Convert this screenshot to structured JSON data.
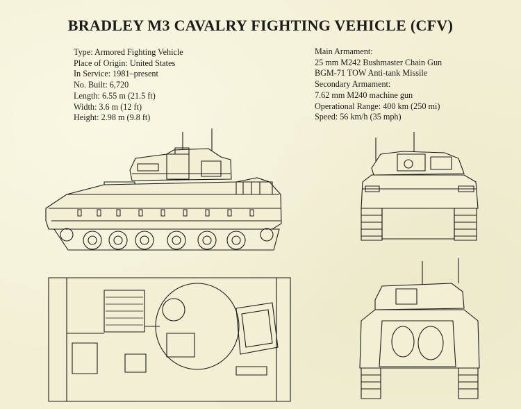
{
  "title": "BRADLEY M3 CAVALRY FIGHTING VEHICLE (CFV)",
  "specs_left": [
    "Type: Armored Fighting Vehicle",
    "Place of Origin: United States",
    "In Service: 1981–present",
    "No. Built: 6,720",
    "Length:  6.55 m (21.5 ft)",
    "Width: 3.6 m (12 ft)",
    "Height: 2.98 m (9.8 ft)"
  ],
  "specs_right": [
    "Main Armament:",
    "25 mm M242 Bushmaster Chain Gun",
    "BGM-71 TOW Anti-tank Missile",
    "Secondary Armament:",
    "7.62 mm M240 machine gun",
    "Operational Range: 400 km (250 mi)",
    "Speed: 56 km/h (35 mph)"
  ],
  "colors": {
    "paper": "#f2efd4",
    "ink": "#1b1b1b"
  }
}
